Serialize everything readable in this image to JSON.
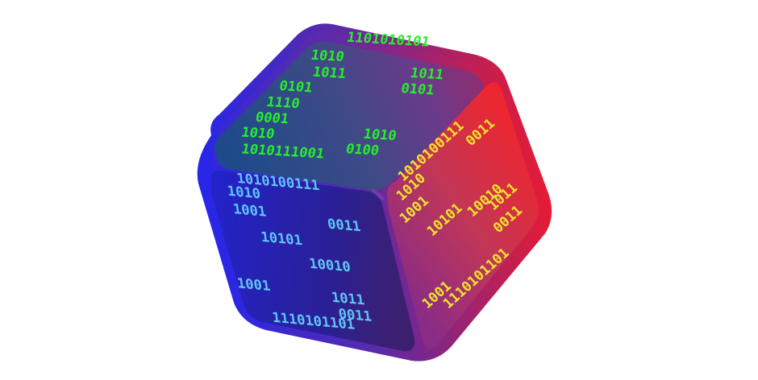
{
  "colors": {
    "top_text": "#27ee2e",
    "left_text": "#5ec8f5",
    "right_text": "#f0e62a",
    "blue": "#2a2be6",
    "red": "#e2182e",
    "purple": "#6a2a8e"
  },
  "faces": {
    "top": [
      "1101010101",
      "1010",
      "1011",
      "1011",
      "0101",
      "0101",
      "1110",
      "0001",
      "1010",
      "1010",
      "0100",
      "1010111001"
    ],
    "left": [
      "1010100111",
      "1010",
      "1001",
      "0011",
      "10101",
      "10010",
      "1001",
      "1011",
      "0011",
      "1110101101"
    ],
    "right": [
      "1010100111",
      "0011",
      "1010",
      "1001",
      "10101",
      "10010",
      "1011",
      "0011",
      "1001",
      "1110101101"
    ]
  }
}
